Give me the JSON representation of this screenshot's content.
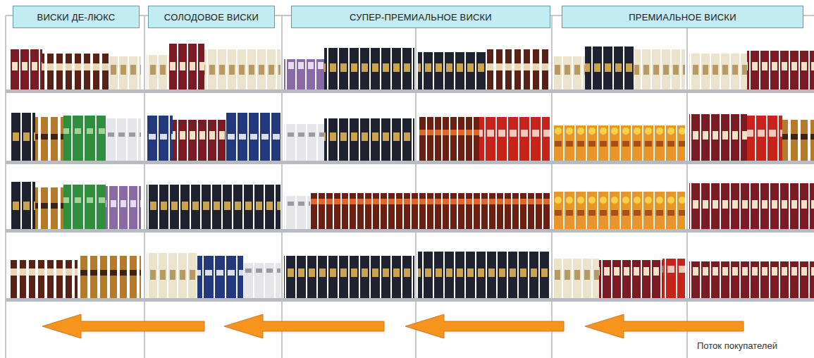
{
  "diagram": {
    "nodes": [
      {
        "text": [
          "ВИСКИ ДЕ-ЛЮКС"
        ]
      },
      {
        "text": [
          "СОЛОДОВОЕ ВИСКИ"
        ]
      },
      {
        "text": [
          "СУПЕР-ПРЕМИАЛЬНОЕ ВИСКИ"
        ]
      },
      {
        "text": [
          "ПРЕМИАЛЬНОЕ ВИСКИ"
        ]
      }
    ],
    "labels": [
      "Поток покупателей"
    ]
  }
}
